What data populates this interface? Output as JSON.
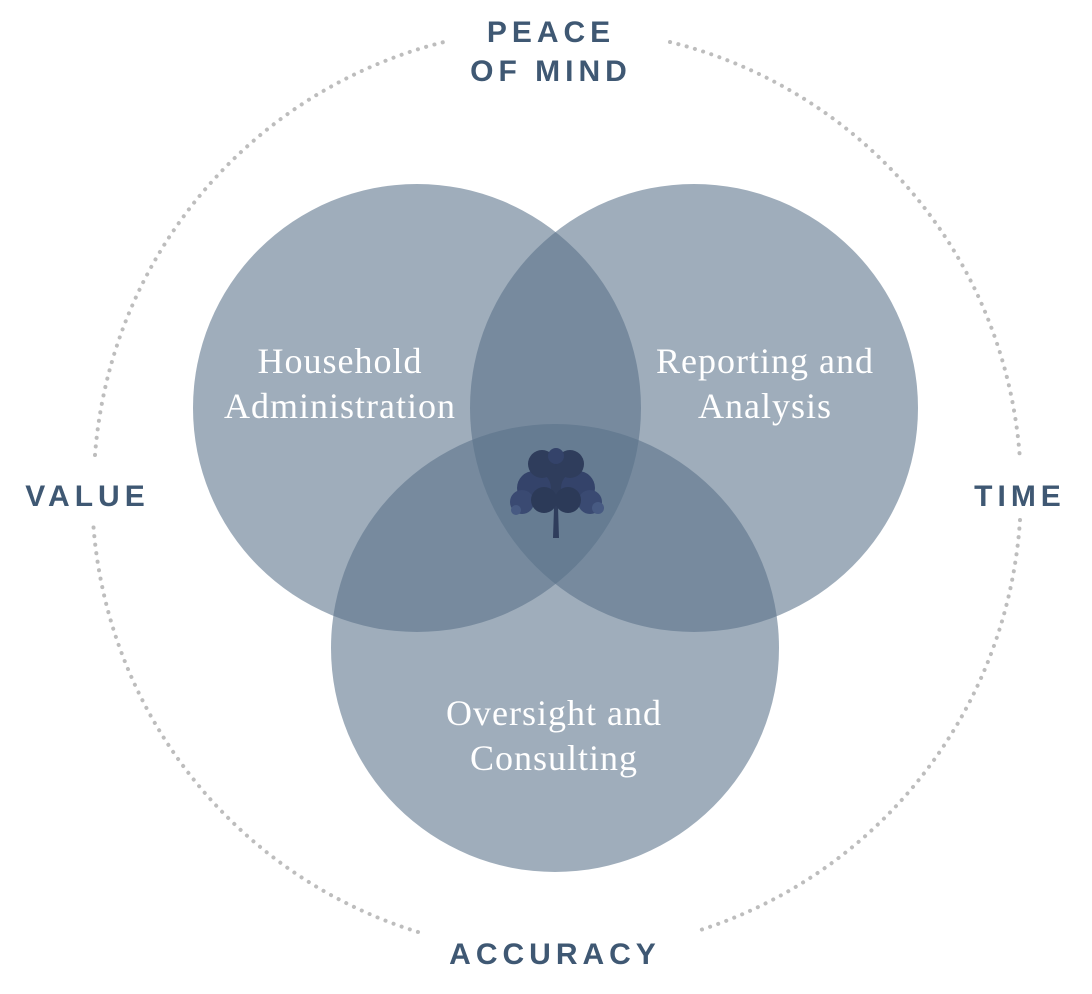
{
  "outer_labels": {
    "peace_line1": "PEACE",
    "peace_line2": "OF MIND",
    "value": "VALUE",
    "time": "TIME",
    "accuracy": "ACCURACY"
  },
  "circles": {
    "household": {
      "line1": "Household",
      "line2": "Administration"
    },
    "reporting": {
      "line1": "Reporting and",
      "line2": "Analysis"
    },
    "oversight": {
      "line1": "Oversight and",
      "line2": "Consulting"
    }
  },
  "colors": {
    "circle_fill": "#5a7189",
    "label_text": "#3f5873",
    "dotted_ring": "#bdbdbd",
    "tree": "#2f3d5c"
  },
  "icons": {
    "center": "tree-icon"
  }
}
